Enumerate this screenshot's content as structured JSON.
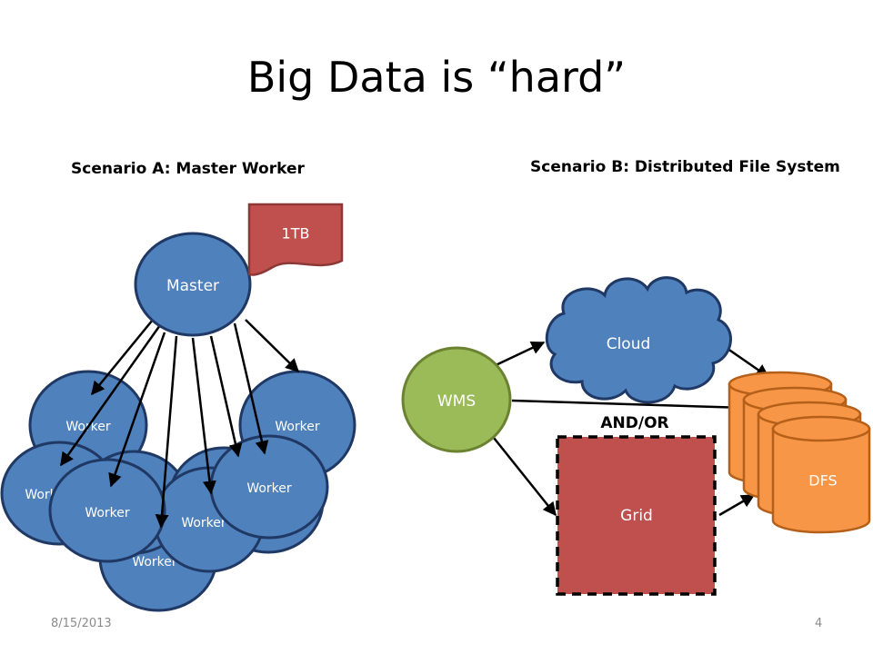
{
  "slide": {
    "title": "Big Data is “hard”",
    "footer_date": "8/15/2013",
    "page_number": "4"
  },
  "scenario_a": {
    "heading": "Scenario A: Master Worker",
    "master_label": "Master",
    "data_label": "1TB",
    "worker_labels": [
      "Worker",
      "Worker",
      "Worker",
      "Worker",
      "Worker",
      "Worker",
      "Worker",
      "Worker",
      "Worker"
    ]
  },
  "scenario_b": {
    "heading": "Scenario B: Distributed File System",
    "wms_label": "WMS",
    "cloud_label": "Cloud",
    "andor_label": "AND/OR",
    "grid_label": "Grid",
    "dfs_label": "DFS"
  },
  "colors": {
    "node_blue": "#4f81bd",
    "node_border": "#1f3864",
    "data_red": "#c0504d",
    "wms_green": "#9bbb59",
    "dfs_orange": "#f79646"
  }
}
